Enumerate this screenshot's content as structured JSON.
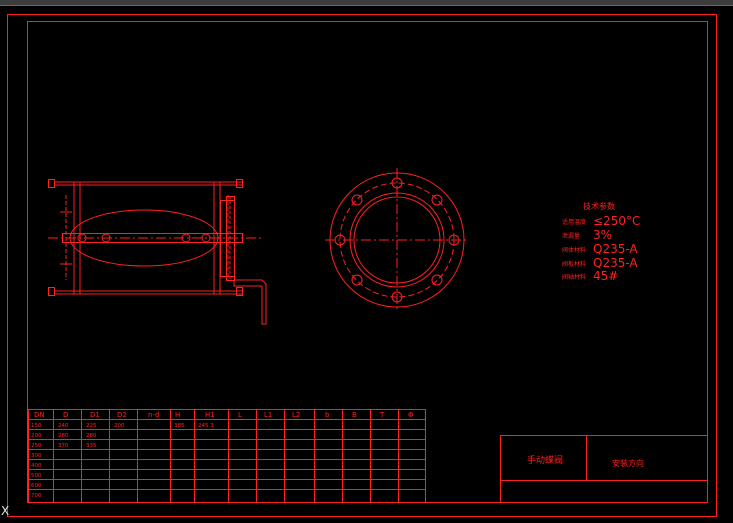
{
  "tech": {
    "title": "技术参数",
    "rows": [
      {
        "label": "适用温度",
        "value": "≤250°C"
      },
      {
        "label": "泄漏量",
        "value": "3%"
      },
      {
        "label": "阀体材料",
        "value": "Q235-A"
      },
      {
        "label": "阀板材料",
        "value": "Q235-A"
      },
      {
        "label": "阀轴材料",
        "value": "45#"
      }
    ]
  },
  "table": {
    "headers": [
      "DN",
      "D",
      "D1",
      "D2",
      "n-d",
      "H",
      "H1",
      "L",
      "L1",
      "L2",
      "b",
      "B",
      "T",
      "Φ"
    ],
    "rows": [
      [
        "150",
        "240",
        "225",
        "200",
        "",
        "385",
        "245.3",
        "",
        "",
        "",
        "",
        "",
        "",
        ""
      ],
      [
        "200",
        "280",
        "280",
        "",
        "",
        "",
        "",
        "",
        "",
        "",
        "",
        "",
        "",
        ""
      ],
      [
        "250",
        "370",
        "335",
        "",
        "",
        "",
        "",
        "",
        "",
        "",
        "",
        "",
        "",
        ""
      ],
      [
        "300",
        "",
        "",
        "",
        "",
        "",
        "",
        "",
        "",
        "",
        "",
        "",
        "",
        ""
      ],
      [
        "400",
        "",
        "",
        "",
        "",
        "",
        "",
        "",
        "",
        "",
        "",
        "",
        "",
        ""
      ],
      [
        "500",
        "",
        "",
        "",
        "",
        "",
        "",
        "",
        "",
        "",
        "",
        "",
        "",
        ""
      ],
      [
        "600",
        "",
        "",
        "",
        "",
        "",
        "",
        "",
        "",
        "",
        "",
        "",
        "",
        ""
      ],
      [
        "700",
        "",
        "",
        "",
        "",
        "",
        "",
        "",
        "",
        "",
        "",
        "",
        "",
        ""
      ]
    ]
  },
  "title_block": {
    "name": "手动蝶阀",
    "note": "安装方向"
  },
  "ucs_label": "X"
}
